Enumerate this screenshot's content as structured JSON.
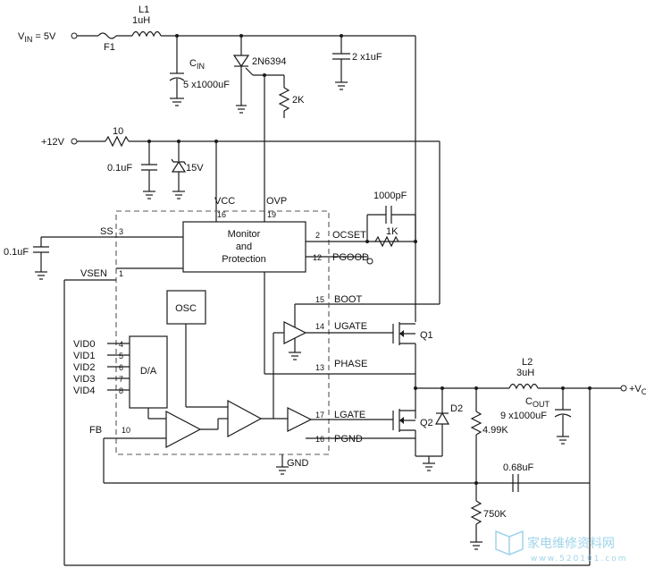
{
  "supply": {
    "vin": "V",
    "vin_sub": "IN",
    "vin_value": " = 5V",
    "v12": "+12V",
    "vout": "+V",
    "vout_sub": "O"
  },
  "components": {
    "l1_name": "L1",
    "l1_value": "1uH",
    "f1": "F1",
    "cin_name": "C",
    "cin_sub": "IN",
    "cin_value": "5 x1000uF",
    "scr": "2N6394",
    "r2k": "2K",
    "c2x1": "2 x1uF",
    "r10": "10",
    "c01_top": "0.1uF",
    "zener": "15V",
    "c1000p": "1000pF",
    "r1k": "1K",
    "c_ss": "0.1uF",
    "q1": "Q1",
    "q2": "Q2",
    "d2": "D2",
    "l2_name": "L2",
    "l2_value": "3uH",
    "cout_name": "C",
    "cout_sub": "OUT",
    "cout_value": "9 x1000uF",
    "r499": "4.99K",
    "c068": "0.68uF",
    "r750": "750K"
  },
  "ic": {
    "monitor_line1": "Monitor",
    "monitor_line2": "and",
    "monitor_line3": "Protection",
    "osc": "OSC",
    "da": "D/A",
    "gnd": "GND",
    "pins": {
      "vcc_label": "VCC",
      "vcc_num": "16",
      "ovp_label": "OVP",
      "ovp_num": "19",
      "ss_label": "SS",
      "ss_num": "3",
      "vsen_label": "VSEN",
      "vsen_num": "1",
      "ocset_label": "OCSET",
      "ocset_num": "2",
      "pgood_label": "PGOOD",
      "pgood_num": "12",
      "boot_label": "BOOT",
      "boot_num": "15",
      "ugate_label": "UGATE",
      "ugate_num": "14",
      "phase_label": "PHASE",
      "phase_num": "13",
      "lgate_label": "LGATE",
      "lgate_num": "17",
      "pgnd_label": "PGND",
      "pgnd_num": "16",
      "fb_label": "FB",
      "fb_num": "10"
    },
    "vid": [
      {
        "label": "VID0",
        "num": "4"
      },
      {
        "label": "VID1",
        "num": "5"
      },
      {
        "label": "VID2",
        "num": "6"
      },
      {
        "label": "VID3",
        "num": "7"
      },
      {
        "label": "VID4",
        "num": "8"
      }
    ]
  },
  "watermark": {
    "text": "家电维修资料网",
    "url": "www.520101.com",
    "color": "#9fd4ea"
  }
}
